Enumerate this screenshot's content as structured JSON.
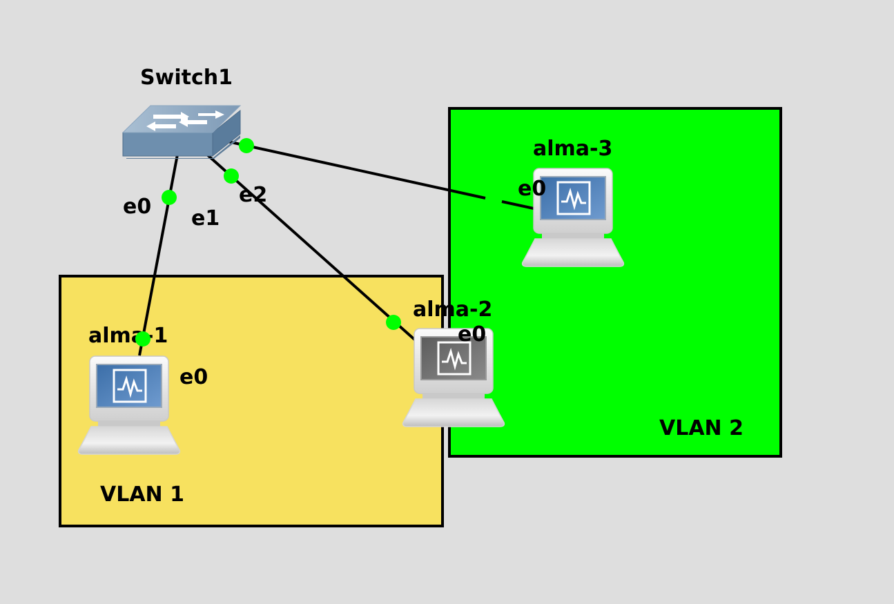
{
  "topology": {
    "areas": [
      {
        "id": "vlan1",
        "label": "VLAN 1",
        "color": "#f7e15f"
      },
      {
        "id": "vlan2",
        "label": "VLAN 2",
        "color": "#00ff00"
      }
    ],
    "switch": {
      "label": "Switch1",
      "icon": "ethernet-switch-icon"
    },
    "hosts": [
      {
        "id": "alma1",
        "label": "alma-1",
        "port": "e0",
        "icon": "vpcs-computer-icon"
      },
      {
        "id": "alma2",
        "label": "alma-2",
        "port": "e0",
        "icon": "vpcs-computer-icon"
      },
      {
        "id": "alma3",
        "label": "alma-3",
        "port": "e0",
        "icon": "vpcs-computer-icon"
      }
    ],
    "switch_ports": [
      "e0",
      "e1",
      "e2"
    ],
    "link_status_color": "#00ff00"
  }
}
